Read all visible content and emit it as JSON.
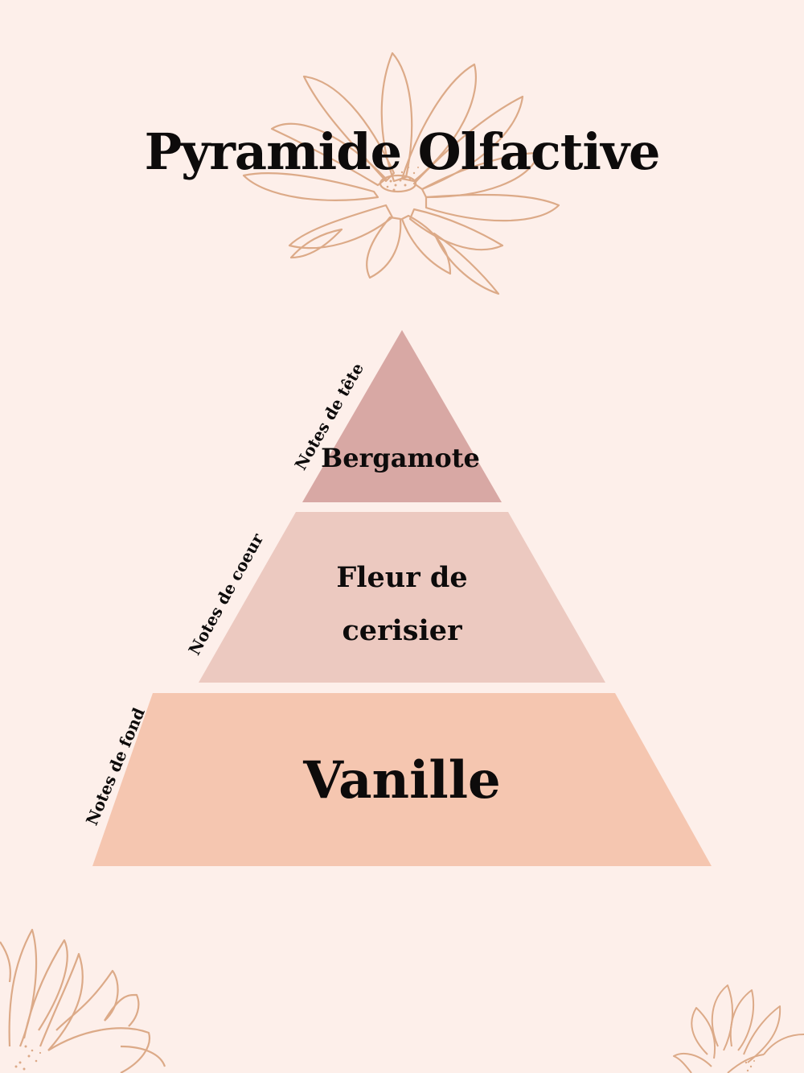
{
  "title": "Pyramide Olfactive",
  "colors": {
    "background": "#fdefea",
    "tier_top": "#d8a8a4",
    "tier_middle": "#ecc9c0",
    "tier_base": "#f5c6b0",
    "flower_outline": "#dcaa88",
    "text": "#0d0b0b"
  },
  "pyramid": {
    "tiers": [
      {
        "label": "Notes de tête",
        "note": "Bergamote"
      },
      {
        "label": "Notes de coeur",
        "note_line1": "Fleur de",
        "note_line2": "cerisier"
      },
      {
        "label": "Notes de fond",
        "note": "Vanille"
      }
    ]
  },
  "decorations": [
    "flower-top-center",
    "flower-bottom-left",
    "flower-bottom-right"
  ]
}
